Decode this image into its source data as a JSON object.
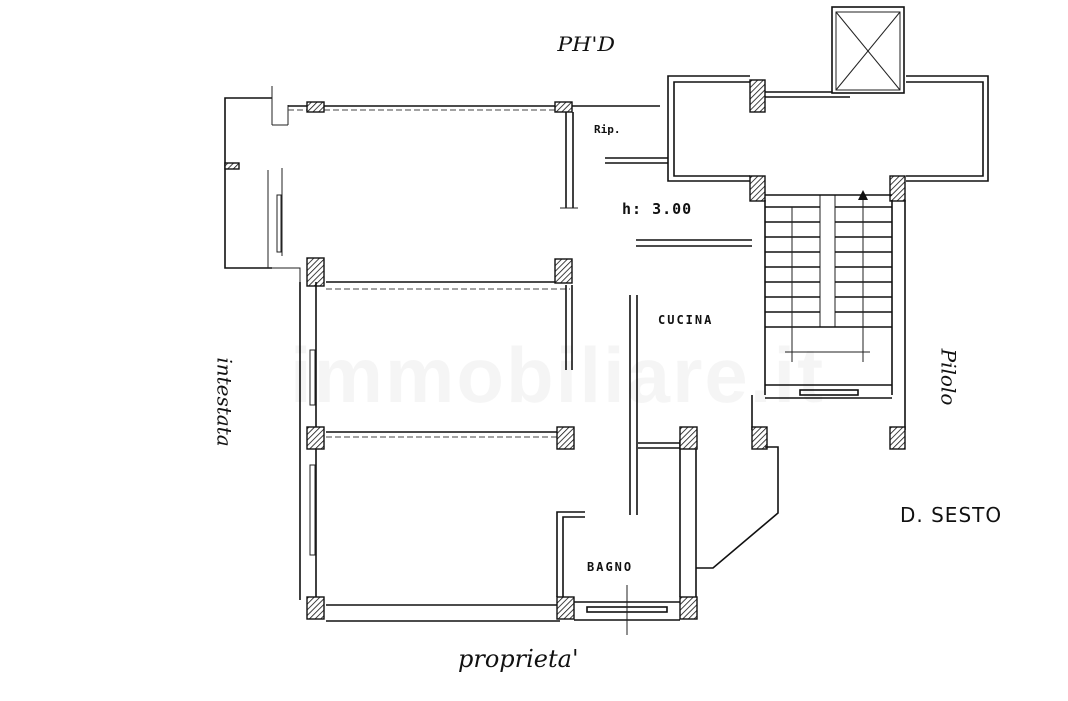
{
  "plan": {
    "type": "floor-plan-sketch",
    "labels": {
      "top": "PH'D",
      "storage": "Rip.",
      "height": "h: 3.00",
      "kitchen": "CUCINA",
      "bathroom": "BAGNO",
      "left_side": "intestata",
      "right_side": "Pilolo",
      "right_neighbor": "D. SESTO",
      "bottom": "proprieta'"
    },
    "watermark": "immobiliare.it",
    "colors": {
      "line": "#111111",
      "background": "#ffffff"
    }
  }
}
